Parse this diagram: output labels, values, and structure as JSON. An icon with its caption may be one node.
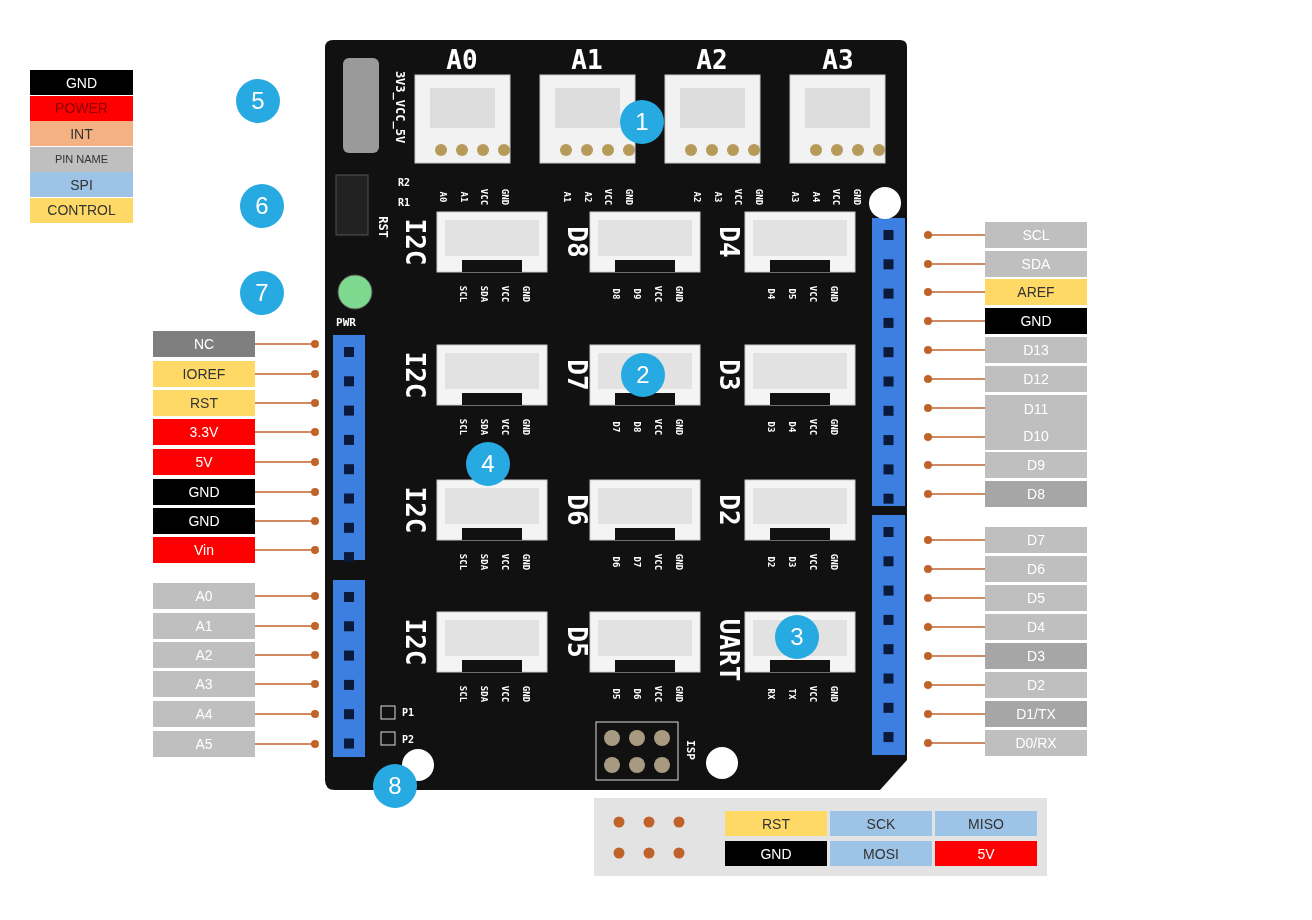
{
  "diagram": {
    "nodes": [
      {
        "text": [
          "SCL"
        ]
      },
      {
        "text": [
          "SDA"
        ]
      },
      {
        "text": [
          "AREF"
        ]
      },
      {
        "text": [
          "GND"
        ]
      },
      {
        "text": [
          "D13"
        ]
      },
      {
        "text": [
          "D12"
        ]
      },
      {
        "text": [
          "D11",
          "D10"
        ]
      },
      {
        "text": [
          "D9"
        ]
      },
      {
        "text": [
          "D8"
        ]
      },
      {
        "text": [
          "D7"
        ]
      },
      {
        "text": [
          "D6"
        ]
      },
      {
        "text": [
          "D5"
        ]
      },
      {
        "text": [
          "D4"
        ]
      },
      {
        "text": [
          "D3"
        ]
      },
      {
        "text": [
          "D2"
        ]
      },
      {
        "text": [
          "D1/TX"
        ]
      },
      {
        "text": [
          "D0/RX"
        ]
      },
      {
        "text": [
          "NC"
        ]
      },
      {
        "text": [
          "IOREF"
        ]
      },
      {
        "text": [
          "RST"
        ]
      },
      {
        "text": [
          "3.3V"
        ]
      },
      {
        "text": [
          "5V"
        ]
      },
      {
        "text": [
          "GND"
        ]
      },
      {
        "text": [
          "GND"
        ]
      },
      {
        "text": [
          "Vin"
        ]
      },
      {
        "text": [
          "A0"
        ]
      },
      {
        "text": [
          "A1"
        ]
      },
      {
        "text": [
          "A2"
        ]
      },
      {
        "text": [
          "A3"
        ]
      },
      {
        "text": [
          "A4"
        ]
      },
      {
        "text": [
          "A5"
        ]
      },
      {
        "text": [
          "RST"
        ]
      },
      {
        "text": [
          "SCK"
        ]
      },
      {
        "text": [
          "MISO"
        ]
      },
      {
        "text": [
          "GND"
        ]
      },
      {
        "text": [
          "MOSI"
        ]
      },
      {
        "text": [
          "5V"
        ]
      }
    ],
    "edges": [
      {
        "from": 0,
        "to": null,
        "arrow": "other"
      },
      {
        "from": 1,
        "to": null,
        "arrow": "other"
      },
      {
        "from": 2,
        "to": null,
        "arrow": "other"
      },
      {
        "from": 3,
        "to": null,
        "arrow": "other"
      },
      {
        "from": 4,
        "to": null,
        "arrow": "other"
      },
      {
        "from": 5,
        "to": null,
        "arrow": "other"
      },
      {
        "from": 6,
        "to": null,
        "arrow": "other"
      },
      {
        "from": 6,
        "to": null,
        "arrow": "other"
      },
      {
        "from": 7,
        "to": null,
        "arrow": "other"
      },
      {
        "from": 8,
        "to": null,
        "arrow": "other"
      },
      {
        "from": 9,
        "to": null,
        "arrow": "other"
      },
      {
        "from": 10,
        "to": null,
        "arrow": "other"
      },
      {
        "from": 11,
        "to": null,
        "arrow": "other"
      },
      {
        "from": 12,
        "to": null,
        "arrow": "other"
      },
      {
        "from": 13,
        "to": null,
        "arrow": "other"
      },
      {
        "from": 14,
        "to": null,
        "arrow": "other"
      },
      {
        "from": 15,
        "to": null,
        "arrow": "other"
      },
      {
        "from": 16,
        "to": null,
        "arrow": "other"
      },
      {
        "from": 17,
        "to": null,
        "arrow": "other"
      },
      {
        "from": 18,
        "to": null,
        "arrow": "other"
      },
      {
        "from": 19,
        "to": null,
        "arrow": "other"
      },
      {
        "from": 20,
        "to": null,
        "arrow": "other"
      },
      {
        "from": 21,
        "to": null,
        "arrow": "other"
      },
      {
        "from": 22,
        "to": null,
        "arrow": "other"
      },
      {
        "from": 23,
        "to": null,
        "arrow": "other"
      },
      {
        "from": 24,
        "to": null,
        "arrow": "other"
      },
      {
        "from": 25,
        "to": null,
        "arrow": "other"
      },
      {
        "from": 26,
        "to": null,
        "arrow": "other"
      },
      {
        "from": 27,
        "to": null,
        "arrow": "other"
      },
      {
        "from": 28,
        "to": null,
        "arrow": "other"
      },
      {
        "from": 29,
        "to": null,
        "arrow": "other"
      },
      {
        "from": 30,
        "to": null,
        "arrow": "other"
      }
    ],
    "labels": [
      "3V3_VCC_5V",
      "A0",
      "A1",
      "A2",
      "A3",
      "1",
      "5",
      "A0",
      "A1",
      "VCC",
      "GND",
      "A1",
      "A2",
      "VCC",
      "GND",
      "A2",
      "A3",
      "VCC",
      "GND",
      "A3",
      "A4",
      "VCC",
      "GND",
      "R2",
      "R1",
      "RST",
      "6",
      "I2C",
      "D8",
      "D4",
      "7",
      "SCL",
      "SDA",
      "VCC",
      "GND",
      "D8",
      "D9",
      "VCC",
      "GND",
      "D4",
      "D5",
      "VCC",
      "GND",
      "PWR",
      "I2C",
      "D7",
      "D3",
      "2",
      "SCL",
      "SDA",
      "VCC",
      "GND",
      "D7",
      "D8",
      "VCC",
      "GND",
      "D3",
      "D4",
      "VCC",
      "GND",
      "4",
      "I2C",
      "D6",
      "D2",
      "SCL",
      "SDA",
      "VCC",
      "GND",
      "D6",
      "D7",
      "VCC",
      "GND",
      "D2",
      "D3",
      "VCC",
      "GND",
      "I2C",
      "D5",
      "UART",
      "3",
      "SCL",
      "SDA",
      "VCC",
      "GND",
      "D5",
      "D6",
      "VCC",
      "GND",
      "RX",
      "TX",
      "VCC",
      "GND",
      "P1",
      "P2",
      "ISP",
      "8"
    ],
    "legend": [
      {
        "text": "GND",
        "color": "#000000"
      },
      {
        "text": "POWER",
        "color": "#ff0000"
      },
      {
        "text": "INT",
        "color": "#f4b183"
      },
      {
        "text": "PIN NAME",
        "color": "#bfbfbf"
      },
      {
        "text": "SPI",
        "color": "#9dc3e6"
      },
      {
        "text": "CONTROL",
        "color": "#ffd966"
      }
    ]
  }
}
